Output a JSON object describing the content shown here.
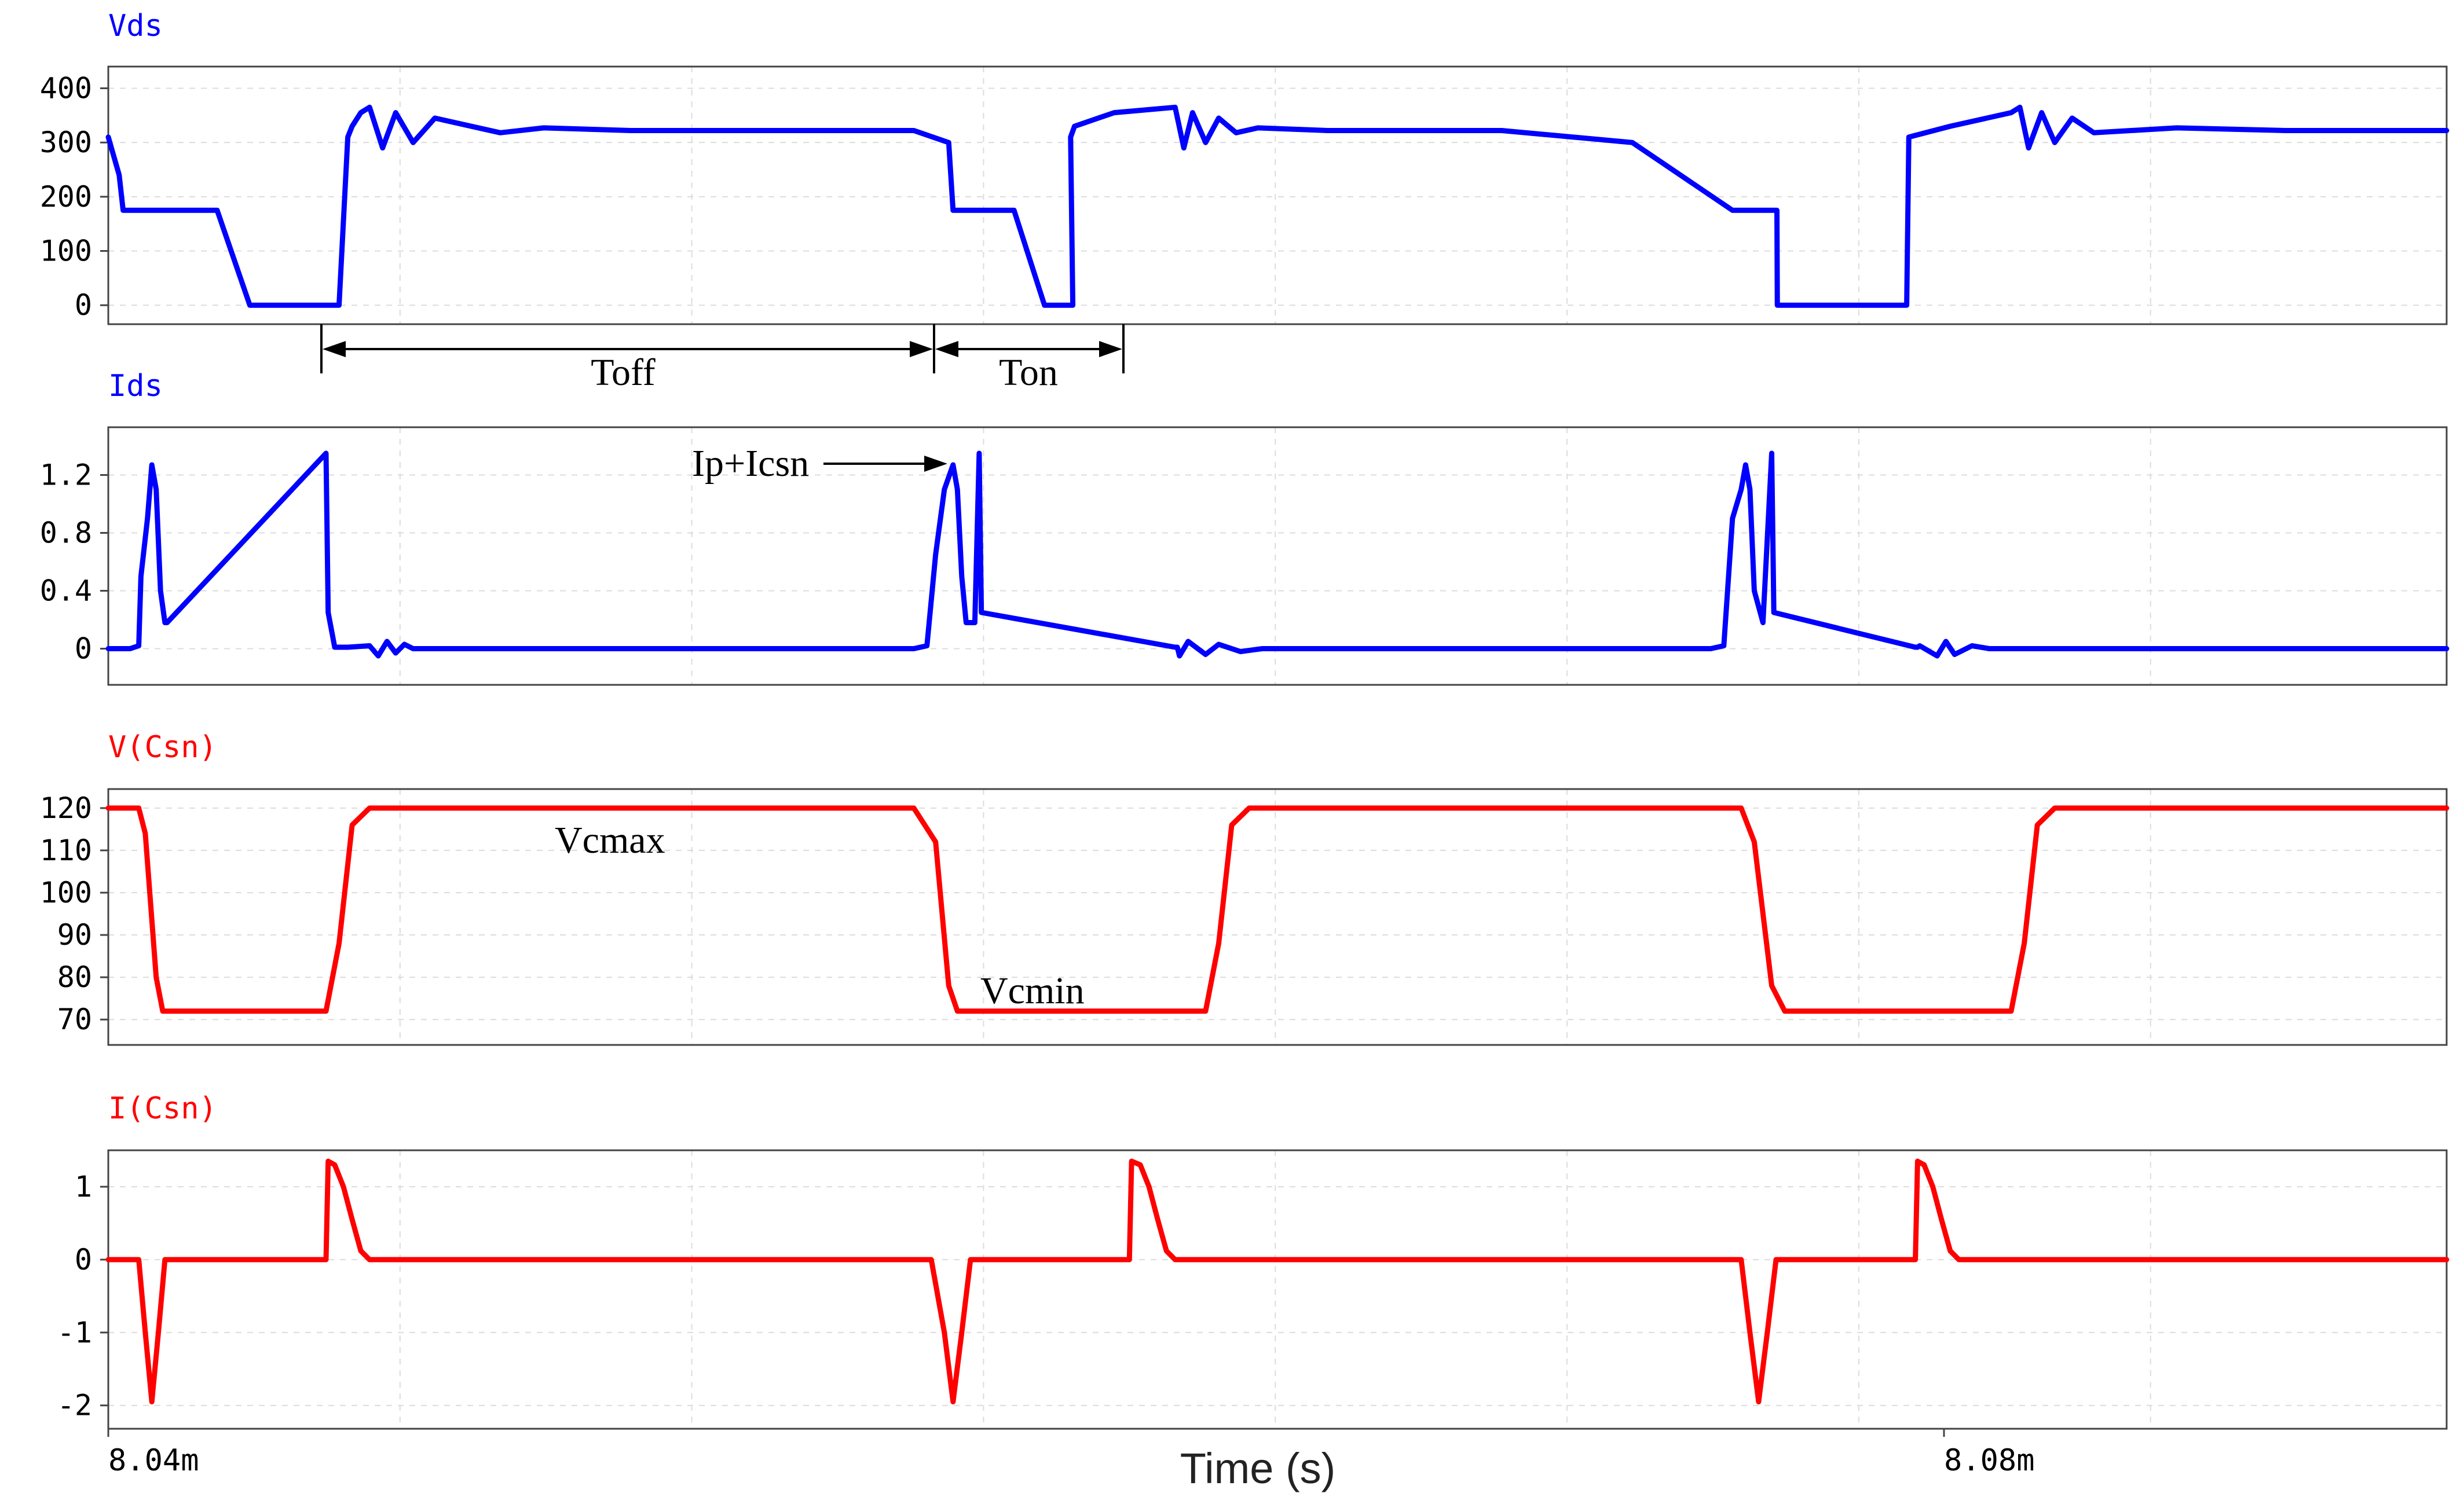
{
  "chart_data": [
    {
      "type": "line",
      "title": "Vds",
      "color": "#0000ff",
      "ylim": [
        -35,
        440
      ],
      "yticks": [
        0,
        100,
        200,
        300,
        400
      ],
      "ytick_labels": [
        "0",
        "100",
        "200",
        "300",
        "400"
      ],
      "grid": true,
      "series": [
        {
          "x": [
            0.0,
            0.00025,
            0.00034,
            0.0025,
            0.00325,
            0.00325,
            0.004,
            0.0053,
            0.0055,
            0.0056,
            0.0058,
            0.006,
            0.0063,
            0.0066,
            0.007,
            0.0075,
            0.009,
            0.01,
            0.012,
            0.0185,
            0.0193,
            0.0194,
            0.0208,
            0.0215,
            0.02215,
            0.0221,
            0.02219,
            0.0231,
            0.0245,
            0.0247,
            0.0249,
            0.0252,
            0.0255,
            0.0259,
            0.0264,
            0.028,
            0.032,
            0.035,
            0.0373,
            0.03832,
            0.03833,
            0.0405,
            0.0413,
            0.04135,
            0.0423,
            0.0437,
            0.0439,
            0.0441,
            0.0444,
            0.0447,
            0.0451,
            0.0456,
            0.0475,
            0.05,
            0.0537
          ],
          "y": [
            310,
            240,
            175,
            175,
            0,
            0,
            0,
            0,
            310,
            330,
            355,
            365,
            290,
            355,
            300,
            345,
            318,
            327,
            322,
            322,
            300,
            175,
            175,
            0,
            0,
            310,
            330,
            355,
            365,
            290,
            355,
            300,
            345,
            318,
            327,
            322,
            322,
            300,
            175,
            175,
            0,
            0,
            0,
            310,
            330,
            355,
            365,
            290,
            355,
            300,
            345,
            318,
            327,
            322,
            322
          ]
        }
      ]
    },
    {
      "type": "line",
      "title": "Ids",
      "color": "#0000ff",
      "ylim": [
        -0.25,
        1.53
      ],
      "yticks": [
        0,
        0.4,
        0.8,
        1.2
      ],
      "ytick_labels": [
        "0",
        "0.4",
        "0.8",
        "1.2"
      ],
      "grid": true,
      "series": [
        {
          "x": [
            0.0,
            0.0005,
            0.0007,
            0.00075,
            0.0009,
            0.001,
            0.0011,
            0.0012,
            0.0013,
            0.00135,
            0.005,
            0.00505,
            0.0052,
            0.0055,
            0.006,
            0.0062,
            0.0064,
            0.0066,
            0.0068,
            0.007,
            0.009,
            0.0115,
            0.0185,
            0.0188,
            0.019,
            0.0192,
            0.0194,
            0.0195,
            0.0196,
            0.0197,
            0.0199,
            0.02,
            0.02005,
            0.0245,
            0.02455,
            0.0246,
            0.0248,
            0.0252,
            0.0255,
            0.026,
            0.0265,
            0.028,
            0.0368,
            0.0371,
            0.0373,
            0.0375,
            0.0376,
            0.0377,
            0.0378,
            0.038,
            0.0382,
            0.03825,
            0.0415,
            0.04155,
            0.0416,
            0.042,
            0.0422,
            0.0424,
            0.0428,
            0.0432,
            0.0438,
            0.0537
          ],
          "y": [
            0,
            0,
            0.02,
            0.5,
            0.9,
            1.27,
            1.1,
            0.4,
            0.18,
            0.18,
            1.35,
            0.25,
            0.01,
            0.01,
            0.02,
            -0.05,
            0.05,
            -0.03,
            0.03,
            0,
            0,
            0,
            0,
            0.02,
            0.65,
            1.1,
            1.27,
            1.1,
            0.5,
            0.18,
            0.18,
            1.35,
            0.25,
            0.01,
            0.01,
            -0.05,
            0.05,
            -0.04,
            0.03,
            -0.02,
            0,
            0,
            0,
            0.02,
            0.9,
            1.1,
            1.27,
            1.1,
            0.4,
            0.18,
            1.35,
            0.25,
            0.01,
            0.01,
            0.02,
            -0.05,
            0.05,
            -0.04,
            0.02,
            0,
            0,
            0
          ]
        }
      ]
    },
    {
      "type": "line",
      "title": "V(Csn)",
      "color": "#ff0000",
      "ylim": [
        64,
        124.5
      ],
      "yticks": [
        70,
        80,
        90,
        100,
        110,
        120
      ],
      "ytick_labels": [
        "70",
        "80",
        "90",
        "100",
        "110",
        "120"
      ],
      "grid": true,
      "series": [
        {
          "x": [
            0.0,
            0.0007,
            0.00085,
            0.0011,
            0.00125,
            0.005,
            0.0053,
            0.0056,
            0.006,
            0.0185,
            0.019,
            0.0193,
            0.0195,
            0.0252,
            0.0255,
            0.0258,
            0.0262,
            0.0375,
            0.0378,
            0.0382,
            0.0385,
            0.0437,
            0.044,
            0.0443,
            0.0447,
            0.0537
          ],
          "y": [
            120,
            120,
            114,
            80,
            72,
            72,
            88,
            116,
            120,
            120,
            112,
            78,
            72,
            72,
            88,
            116,
            120,
            120,
            112,
            78,
            72,
            72,
            88,
            116,
            120,
            120
          ]
        }
      ]
    },
    {
      "type": "line",
      "title": "I(Csn)",
      "color": "#ff0000",
      "xlabel": "Time (s)",
      "xtick_labels": [
        "8.04m",
        "8.08m"
      ],
      "ylim": [
        -2.32,
        1.5
      ],
      "yticks": [
        -2,
        -1,
        0,
        1
      ],
      "ytick_labels": [
        "-2",
        "-1",
        "0",
        "1"
      ],
      "grid": true,
      "series": [
        {
          "x": [
            0.0,
            0.0007,
            0.00085,
            0.001,
            0.00115,
            0.0013,
            0.005,
            0.00505,
            0.0052,
            0.0054,
            0.0056,
            0.0058,
            0.006,
            0.0189,
            0.0192,
            0.0194,
            0.0196,
            0.0198,
            0.02345,
            0.0235,
            0.0237,
            0.0239,
            0.0241,
            0.0243,
            0.0245,
            0.0375,
            0.0377,
            0.0379,
            0.0381,
            0.0383,
            0.0415,
            0.04155,
            0.0417,
            0.0419,
            0.0421,
            0.0423,
            0.0425,
            0.0537
          ],
          "y": [
            0,
            0,
            -1.0,
            -1.95,
            -1.0,
            0,
            0,
            1.35,
            1.3,
            1.0,
            0.55,
            0.12,
            0,
            0,
            -1.0,
            -1.95,
            -1.0,
            0,
            0,
            1.35,
            1.3,
            1.0,
            0.55,
            0.12,
            0,
            0,
            -1.0,
            -1.95,
            -1.0,
            0,
            0,
            1.35,
            1.3,
            1.0,
            0.55,
            0.12,
            0,
            0
          ]
        }
      ]
    }
  ],
  "annotations": {
    "toff": "Toff",
    "ton": "Ton",
    "ip_icsn": "Ip+Icsn",
    "vcmax": "Vcmax",
    "vcmin": "Vcmin"
  }
}
